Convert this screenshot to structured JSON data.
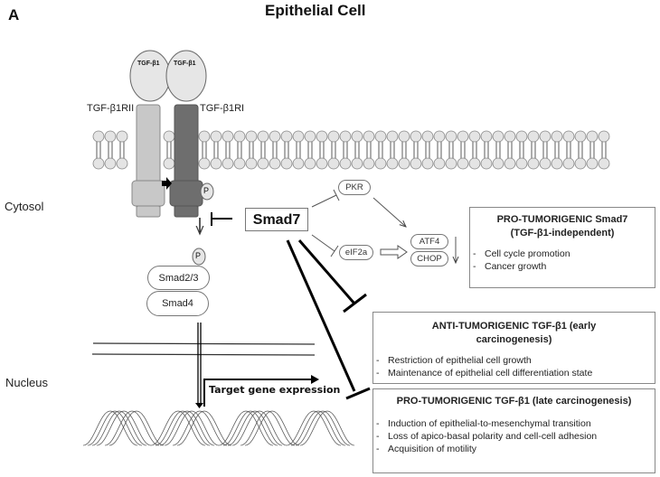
{
  "figure": {
    "panel_letter": "A",
    "title": "Epithelial Cell"
  },
  "regions": {
    "cytosol": "Cytosol",
    "nucleus": "Nucleus"
  },
  "ligands": [
    "TGF-β1",
    "TGF-β1"
  ],
  "receptors": {
    "type2": "TGF-β1RII",
    "type1": "TGF-β1RI"
  },
  "phospho_label": "P",
  "smads": {
    "smad23": "Smad2/3",
    "smad4": "Smad4",
    "smad7": "Smad7"
  },
  "pathway_nodes": {
    "pkr": "PKR",
    "eif2a": "eIF2a",
    "atf4": "ATF4",
    "chop": "CHOP"
  },
  "target_gene_label": "Target gene expression",
  "boxes": {
    "pro_smad7": {
      "title_line1": "PRO-TUMORIGENIC  Smad7",
      "title_line2": "(TGF-β1-independent)",
      "items": [
        "Cell cycle promotion",
        "Cancer growth"
      ]
    },
    "anti_tgf": {
      "title_line1": "ANTI-TUMORIGENIC  TGF-β1 (early",
      "title_line2": "carcinogenesis)",
      "items": [
        "Restriction of epithelial cell growth",
        "Maintenance of epithelial cell differentiation state"
      ]
    },
    "pro_tgf": {
      "title_line1": "PRO-TUMORIGENIC  TGF-β1 (late carcinogenesis)",
      "items": [
        "Induction of epithelial-to-mesenchymal  transition",
        "Loss of apico-basal polarity and cell-cell adhesion",
        "Acquisition of motility"
      ]
    }
  },
  "colors": {
    "receptor_type2": "#c8c8c8",
    "receptor_type1": "#6e6e6e",
    "ligand_fill": "#e6e6e6",
    "lipid_head": "#e4e4e4",
    "line": "#000000"
  }
}
